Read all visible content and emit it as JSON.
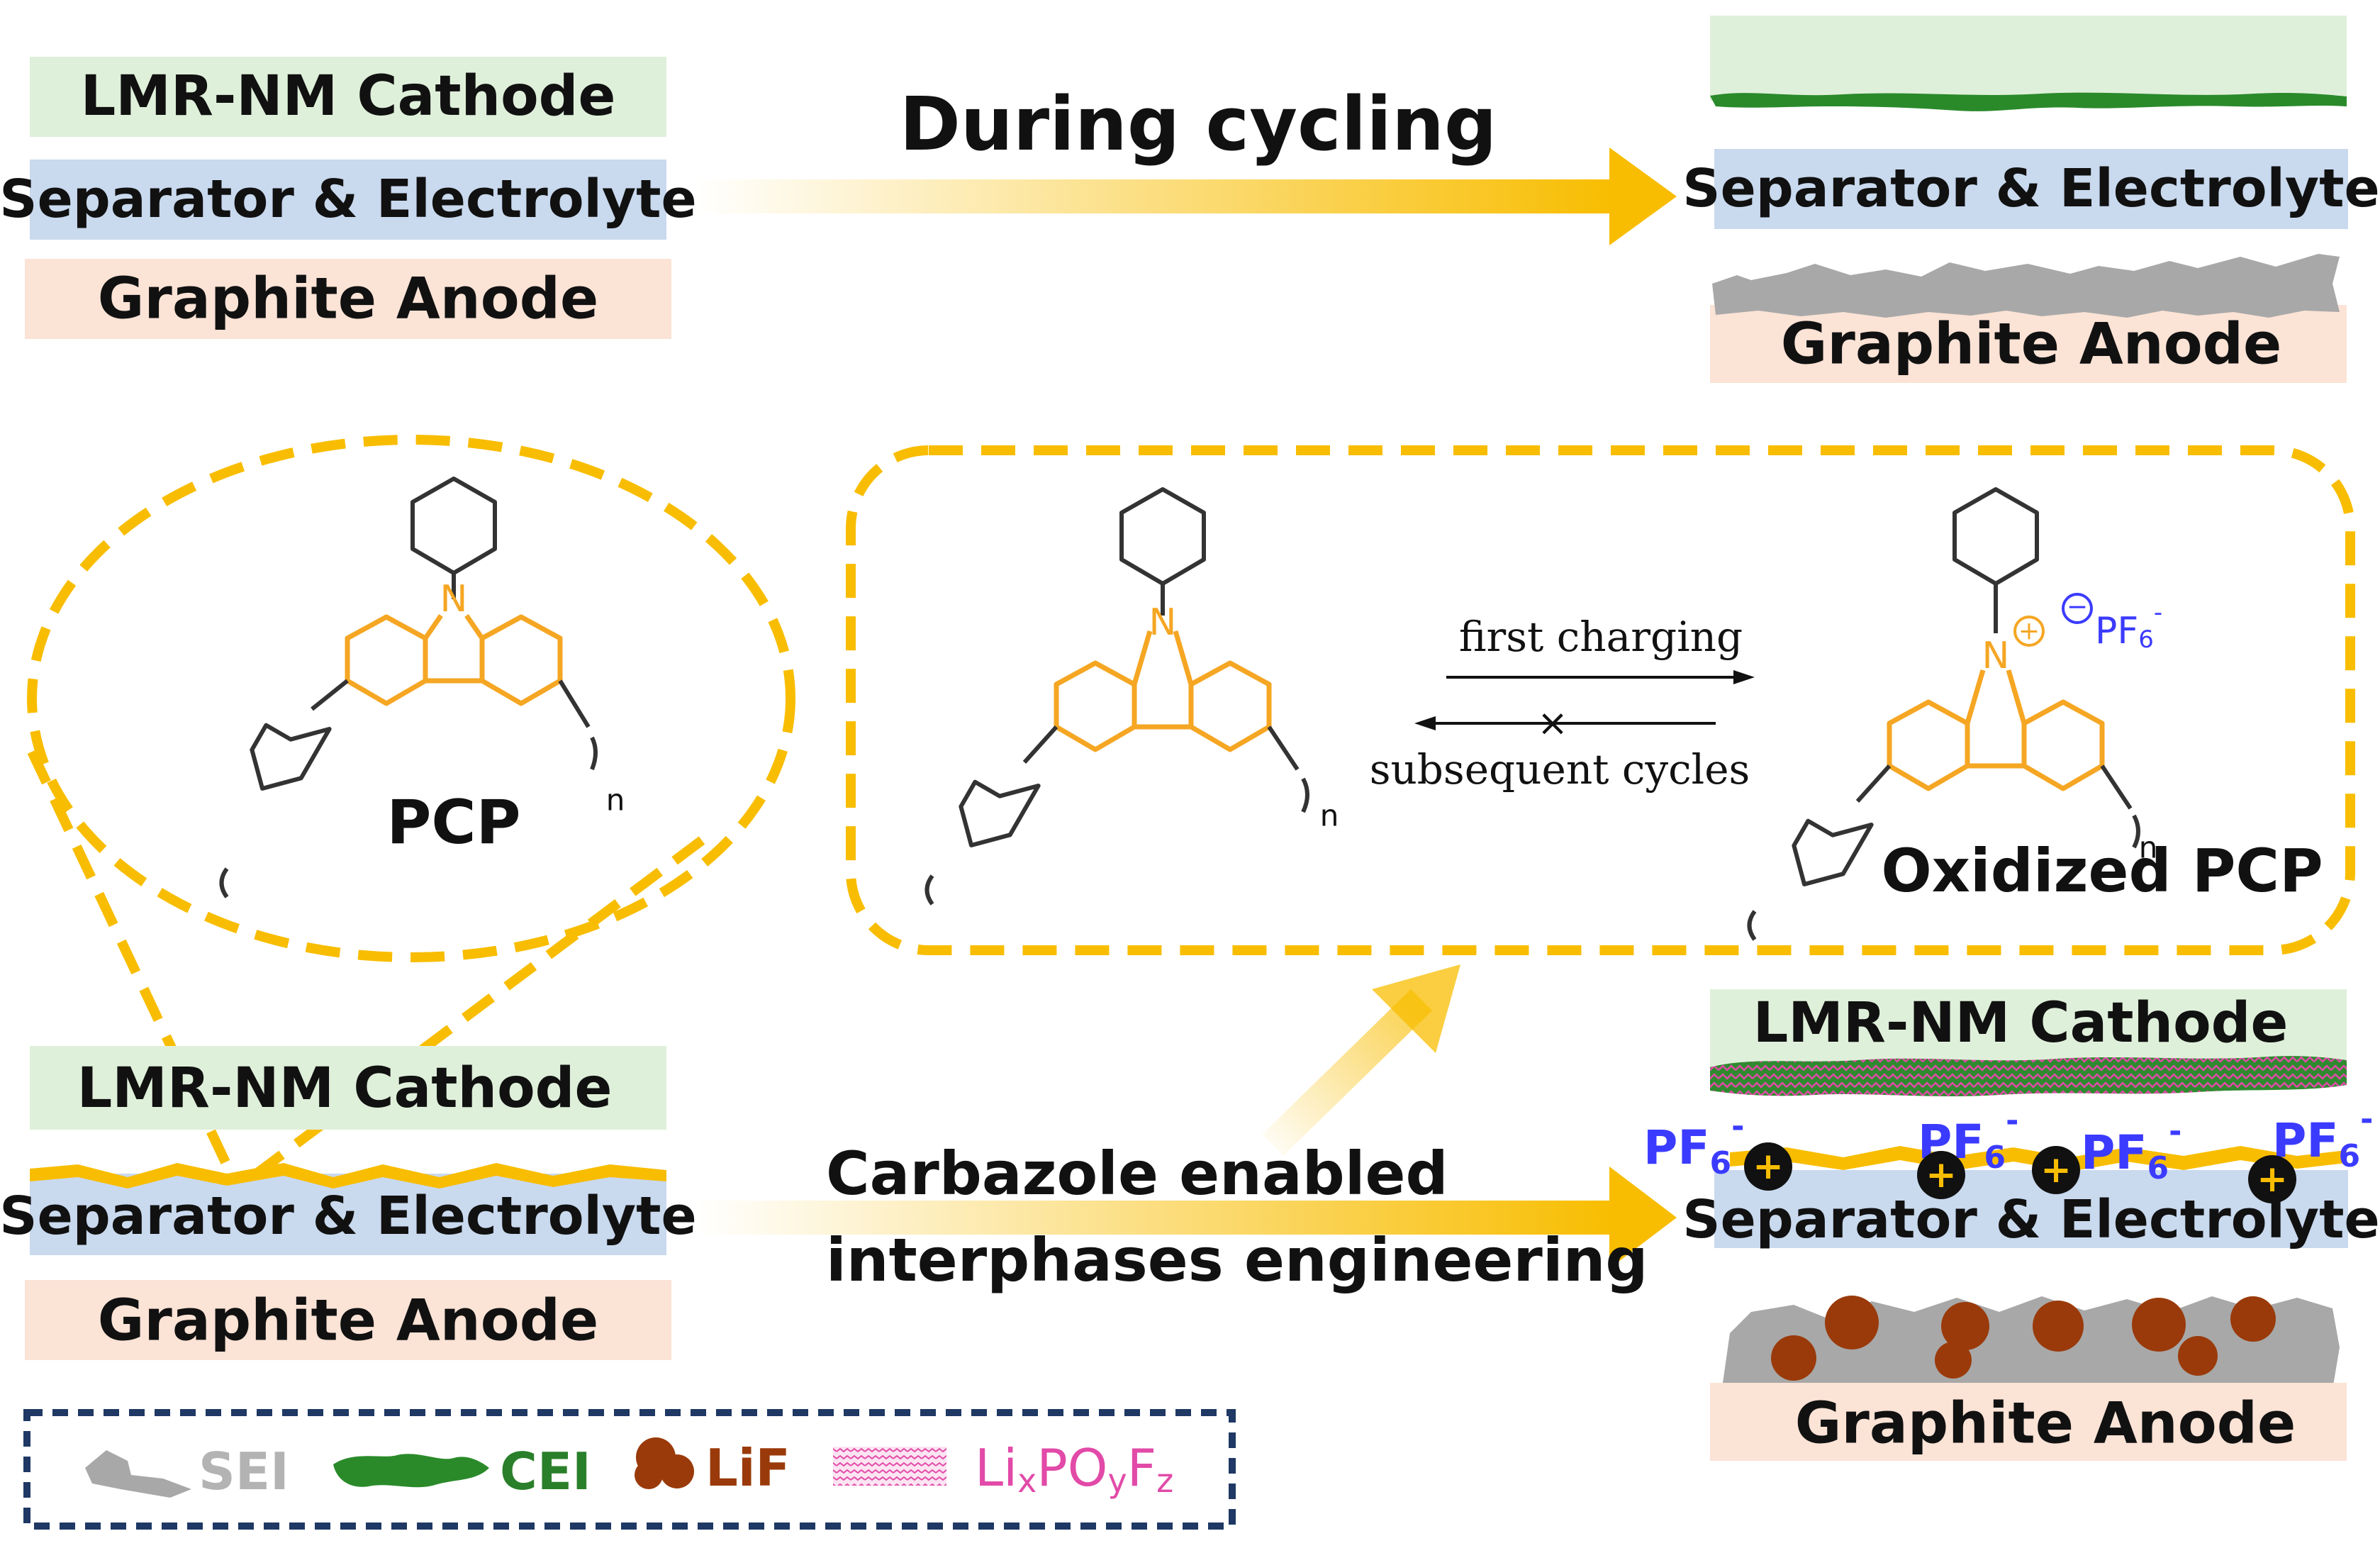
{
  "colors": {
    "cathode": "#dff0da",
    "separator": "#c9d9ee",
    "anode": "#fbe3d6",
    "accent": "#f8bd00",
    "pcp_orange": "#f5a623",
    "cei_green": "#2a7f2a",
    "sei_gray": "#a8a8a8",
    "lif_brown": "#9a3a0a",
    "pf6_blue": "#3b3bff",
    "lixpoyfz_pink": "#e24aa8",
    "legend_border": "#1f3864"
  },
  "top_left_stack": {
    "cathode": "LMR-NM Cathode",
    "separator": "Separator & Electrolyte",
    "anode": "Graphite Anode"
  },
  "top_arrow_label": "During cycling",
  "top_right_stack": {
    "separator": "Separator & Electrolyte",
    "anode": "Graphite Anode"
  },
  "pcp_zoom": {
    "n_atom": "N",
    "label": "PCP",
    "subscript_n": "n"
  },
  "reaction_box": {
    "forward_label": "first charging",
    "reverse_label": "subsequent cycles",
    "blocked_mark": "×",
    "left_n_atom": "N",
    "left_subscript_n": "n",
    "right_n_atom": "N",
    "right_charge": "+",
    "right_subscript_n": "n",
    "counter_ion_charge": "−",
    "counter_ion_base": "PF",
    "counter_ion_sub": "6",
    "counter_ion_sup": "-",
    "product_label": "Oxidized PCP"
  },
  "bottom_left_stack": {
    "cathode": "LMR-NM Cathode",
    "separator": "Separator & Electrolyte",
    "anode": "Graphite Anode"
  },
  "bottom_arrow_label": {
    "line1": "Carbazole enabled",
    "line2": "interphases engineering"
  },
  "bottom_right_stack": {
    "cathode": "LMR-NM Cathode",
    "separator": "Separator & Electrolyte",
    "anode": "Graphite Anode",
    "pf6_base": "PF",
    "pf6_sub": "6",
    "pf6_sup": "-",
    "cation_sign": "+"
  },
  "legend": {
    "sei": "SEI",
    "cei": "CEI",
    "lif": "LiF",
    "lixpoyfz": {
      "a": "Li",
      "x": "x",
      "b": "PO",
      "y": "y",
      "c": "F",
      "z": "z"
    }
  }
}
